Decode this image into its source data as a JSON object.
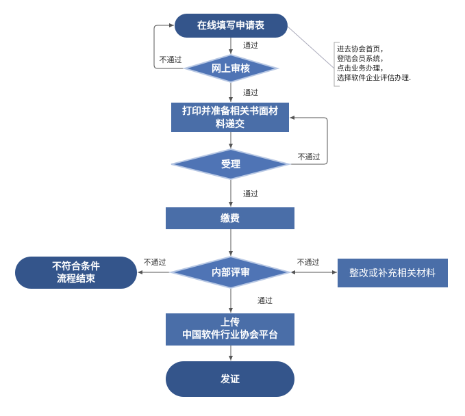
{
  "colors": {
    "terminal": "#34558b",
    "process": "#4a6ea8",
    "decision": "#4f74b5"
  },
  "nodes": {
    "start": "在线填写申请表",
    "online_review": "网上审核",
    "print_line1": "打印并准备相关书面材",
    "print_line2": "料递交",
    "accept": "受理",
    "pay": "缴费",
    "internal_review": "内部评审",
    "end_fail_line1": "不符合条件",
    "end_fail_line2": "流程结束",
    "rectify": "整改或补充相关材料",
    "upload_line1": "上传",
    "upload_line2": "中国软件行业协会平台",
    "certify": "发证"
  },
  "labels": {
    "pass": "通过",
    "fail": "不通过"
  },
  "note": [
    "进去协会首页，",
    "登陆会员系统，",
    "点击业务办理，",
    "选择软件企业评估办理."
  ]
}
